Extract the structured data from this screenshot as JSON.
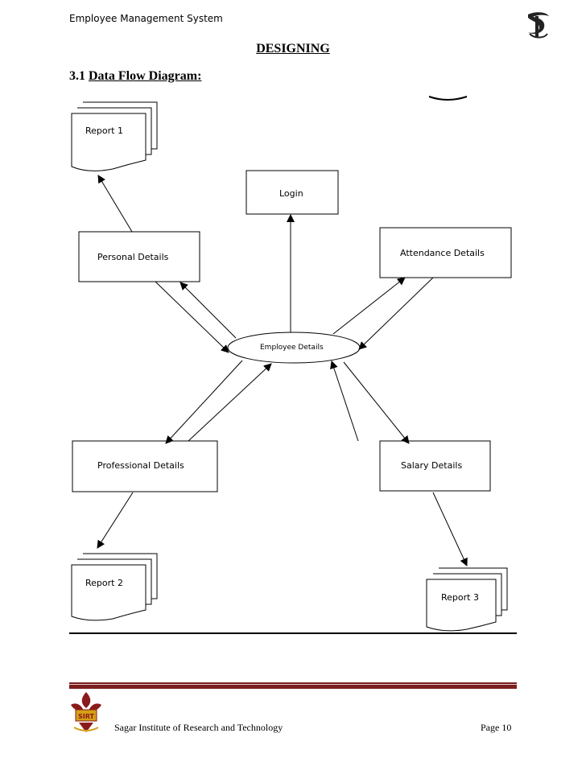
{
  "header": {
    "title": "Employee Management System"
  },
  "heading": "DESIGNING",
  "subheading": {
    "number": "3.1 ",
    "text": "Data Flow Diagram:"
  },
  "diagram": {
    "center": "Employee Details",
    "login": "Login",
    "personal": "Personal Details",
    "attendance": "Attendance Details",
    "professional": "Professional Details",
    "salary": "Salary Details",
    "report1": "Report 1",
    "report2": "Report 2",
    "report3": "Report 3"
  },
  "footer": {
    "institute": "Sagar Institute of Research and Technology",
    "page": "Page 10"
  },
  "colors": {
    "footer_band": "#7a1f1f",
    "logo_primary": "#8b1a1a",
    "logo_accent": "#d4a017"
  }
}
